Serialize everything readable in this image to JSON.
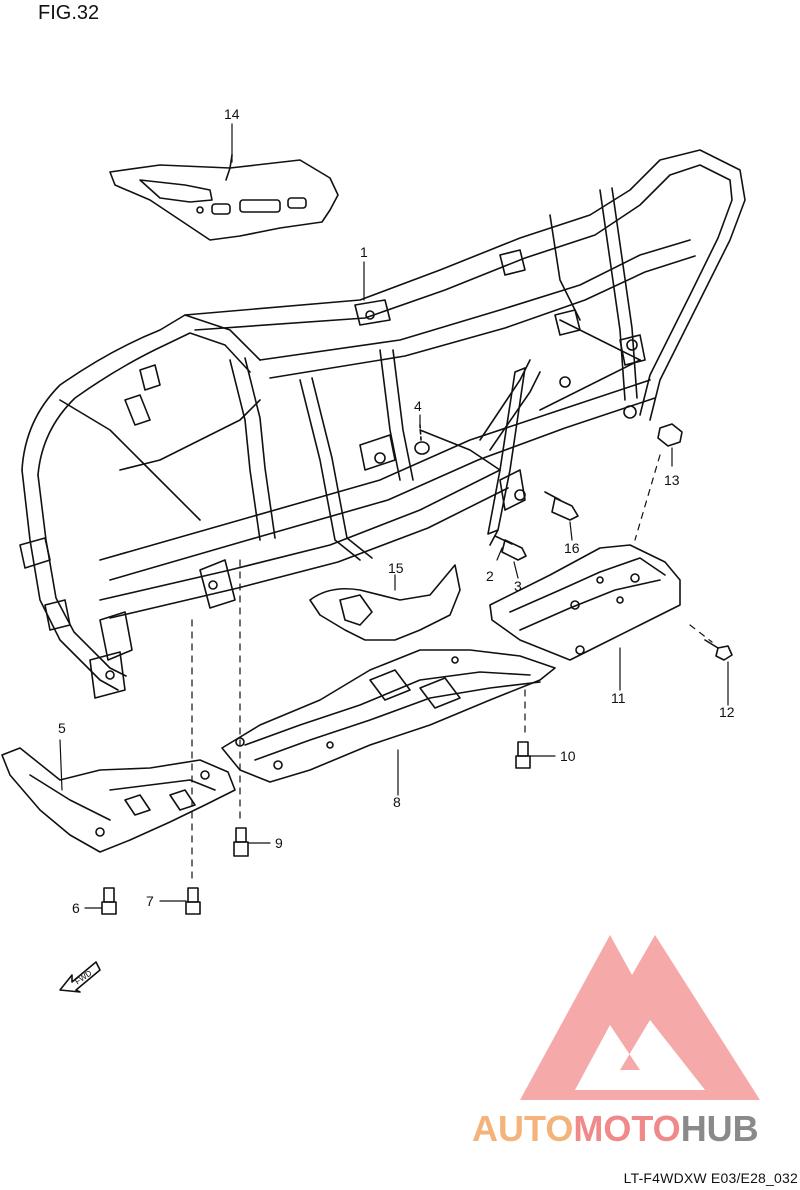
{
  "figure": {
    "label": "FIG.32",
    "model_code": "LT-F4WDXW E03/E28_032"
  },
  "parts": [
    {
      "num": "1"
    },
    {
      "num": "2"
    },
    {
      "num": "3"
    },
    {
      "num": "4"
    },
    {
      "num": "5"
    },
    {
      "num": "6"
    },
    {
      "num": "7"
    },
    {
      "num": "8"
    },
    {
      "num": "9"
    },
    {
      "num": "10"
    },
    {
      "num": "11"
    },
    {
      "num": "12"
    },
    {
      "num": "13"
    },
    {
      "num": "14"
    },
    {
      "num": "15"
    },
    {
      "num": "16"
    }
  ],
  "forward_arrow": {
    "text": "FWD"
  },
  "watermark": {
    "part1": "AUTO",
    "part2": "MOTO",
    "part3": "HUB",
    "colors": {
      "auto": "#f3b37a",
      "moto": "#f08a8a",
      "hub": "#8a8a8a",
      "logo": "#f59a9a"
    }
  }
}
